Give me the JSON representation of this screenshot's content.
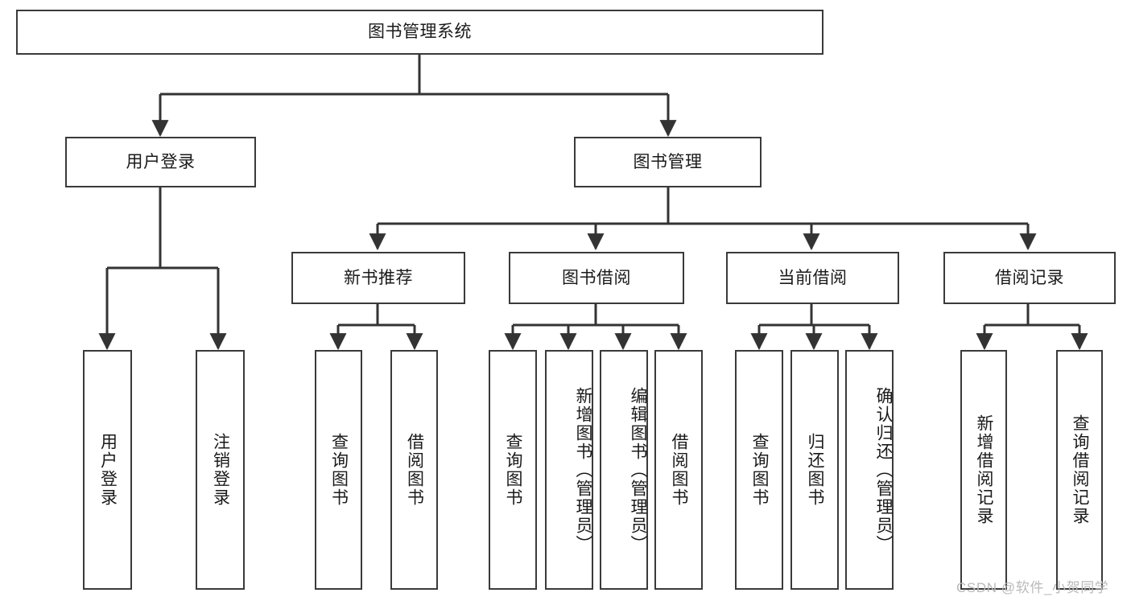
{
  "diagram": {
    "title": "图书管理系统",
    "type": "hierarchy-tree",
    "watermark": "CSDN @软件_小贺同学",
    "colors": {
      "box_border": "#3a3a3a",
      "box_fill": "#ffffff",
      "connector": "#333333",
      "text": "#1a1a1a",
      "watermark": "#b9b9b9"
    },
    "nodes": {
      "root": {
        "label": "图书管理系统"
      },
      "level1": [
        {
          "id": "user-login",
          "label": "用户登录"
        },
        {
          "id": "book-manage",
          "label": "图书管理"
        }
      ],
      "level2": [
        {
          "id": "new-book-recommend",
          "label": "新书推荐"
        },
        {
          "id": "book-borrow",
          "label": "图书借阅"
        },
        {
          "id": "current-borrow",
          "label": "当前借阅"
        },
        {
          "id": "borrow-record",
          "label": "借阅记录"
        }
      ],
      "leaves": {
        "user_login": [
          {
            "id": "leaf-user-login",
            "label": "用户登录"
          },
          {
            "id": "leaf-logout-login",
            "label": "注销登录"
          }
        ],
        "new_book_recommend": [
          {
            "id": "leaf-query-book-1",
            "label": "查询图书"
          },
          {
            "id": "leaf-borrow-book-1",
            "label": "借阅图书"
          }
        ],
        "book_borrow": [
          {
            "id": "leaf-query-book-2",
            "label": "查询图书"
          },
          {
            "id": "leaf-add-book",
            "label": "新增图书（管理员）"
          },
          {
            "id": "leaf-edit-book",
            "label": "编辑图书（管理员）"
          },
          {
            "id": "leaf-borrow-book-2",
            "label": "借阅图书"
          }
        ],
        "current_borrow": [
          {
            "id": "leaf-query-book-3",
            "label": "查询图书"
          },
          {
            "id": "leaf-return-book",
            "label": "归还图书"
          },
          {
            "id": "leaf-confirm-return",
            "label": "确认归还（管理员）"
          }
        ],
        "borrow_record": [
          {
            "id": "leaf-add-record",
            "label": "新增借阅记录"
          },
          {
            "id": "leaf-query-record",
            "label": "查询借阅记录"
          }
        ]
      }
    }
  }
}
